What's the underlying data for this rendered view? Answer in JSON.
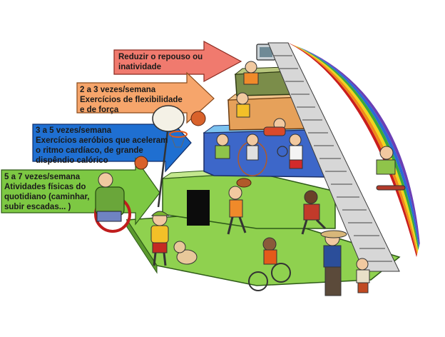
{
  "pyramid": {
    "levels": [
      {
        "frequency": "Reduzir o repouso ou",
        "lines": [
          "inatividade"
        ],
        "color": "#f07a6e"
      },
      {
        "frequency": "2 a 3 vezes/semana",
        "lines": [
          "Exercícios de flexibilidade",
          "e de força"
        ],
        "color": "#f6a56b"
      },
      {
        "frequency": "3 a 5 vezes/semana",
        "lines": [
          "Exercícios aeróbios que aceleram",
          "o ritmo cardíaco, de grande",
          "dispêndio calórico"
        ],
        "color": "#1f6fd1"
      },
      {
        "frequency": "5 a 7 vezes/semana",
        "lines": [
          "Atividades físicas do",
          "quotidiano (caminhar,",
          "subir escadas... )"
        ],
        "color": "#7dc843"
      }
    ],
    "stair_colors": [
      "#c91d1d",
      "#f08a1a",
      "#f2d41c",
      "#3aa83a",
      "#2a6ad6",
      "#6a3fb5"
    ],
    "tier_colors": {
      "top": "#7b8d4a",
      "orange": "#e6a15a",
      "blue": "#3d67c9",
      "green": "#8fd14f"
    }
  }
}
